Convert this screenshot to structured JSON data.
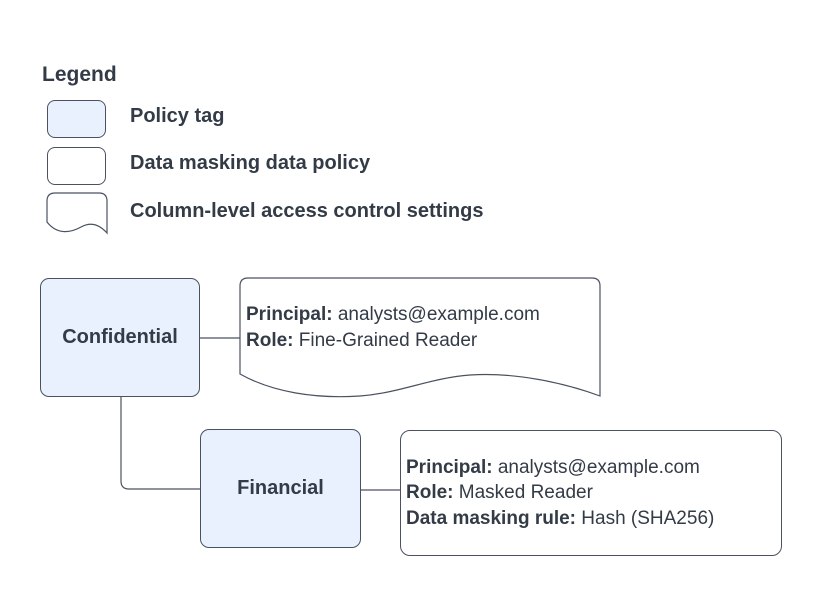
{
  "legend": {
    "title": "Legend",
    "items": [
      {
        "label": "Policy tag"
      },
      {
        "label": "Data masking data policy"
      },
      {
        "label": "Column-level access control settings"
      }
    ]
  },
  "diagram": {
    "policy_tags": [
      {
        "name": "Confidential"
      },
      {
        "name": "Financial"
      }
    ],
    "column_acl_settings": {
      "principal_label": "Principal:",
      "principal_value": "analysts@example.com",
      "role_label": "Role:",
      "role_value": "Fine-Grained Reader"
    },
    "data_masking_policy": {
      "principal_label": "Principal:",
      "principal_value": "analysts@example.com",
      "role_label": "Role:",
      "role_value": "Masked Reader",
      "rule_label": "Data masking rule:",
      "rule_value": "Hash (SHA256)"
    }
  },
  "colors": {
    "policy_tag_fill": "#e8f1fd",
    "stroke": "#4a5261",
    "text": "#333b47",
    "background": "#ffffff"
  }
}
